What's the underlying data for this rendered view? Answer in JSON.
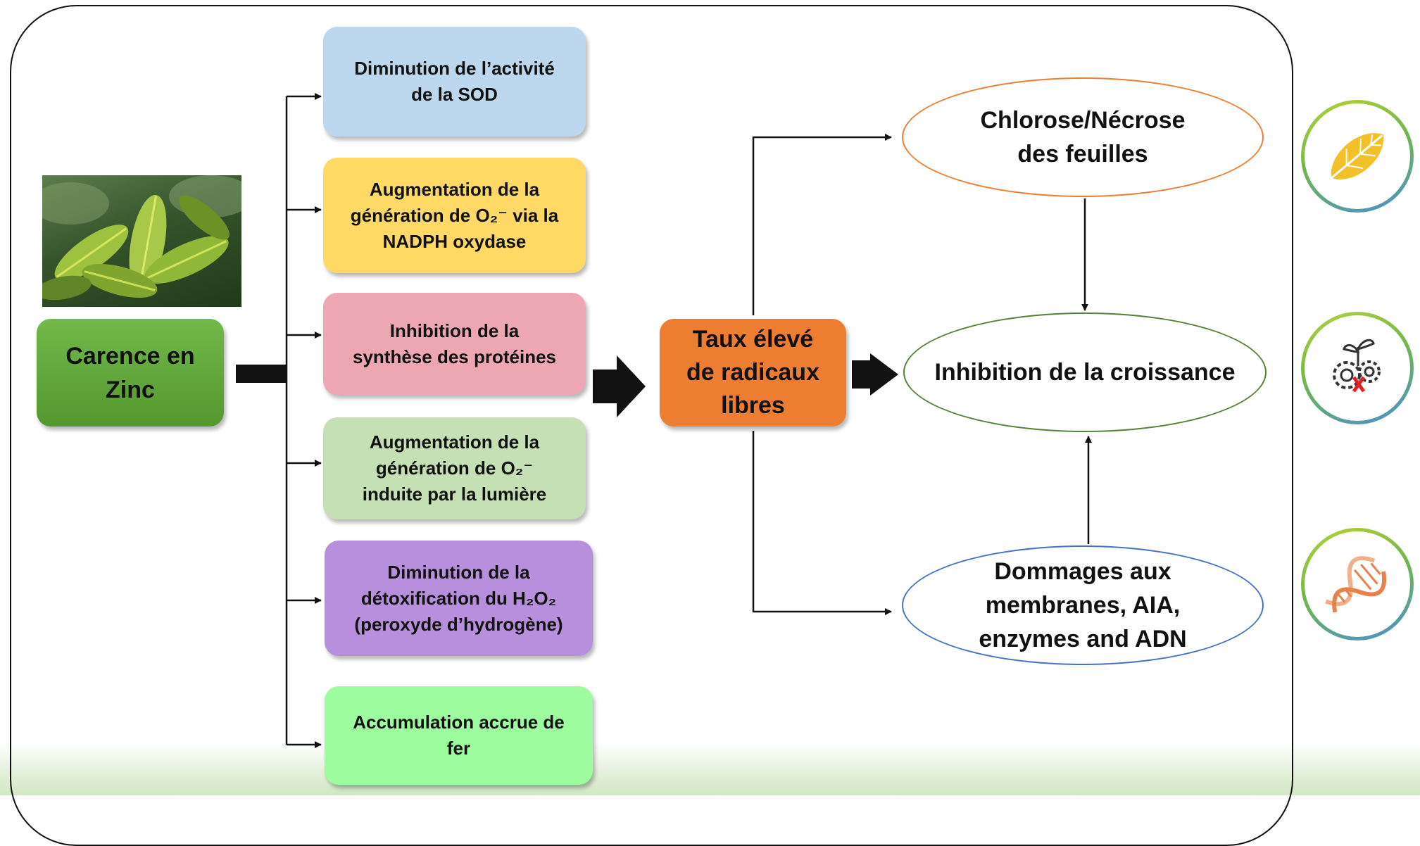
{
  "cause": {
    "label": "Carence en\nZinc"
  },
  "effects": [
    {
      "label": "Diminution de l’activité\nde la SOD",
      "color": "#bdd7ee"
    },
    {
      "label": "Augmentation de la\ngénération de O₂⁻ via la\nNADPH oxydase",
      "color": "#ffd966"
    },
    {
      "label": "Inhibition de la\nsynthèse des protéines",
      "color": "#eda7b3"
    },
    {
      "label": "Augmentation de la\ngénération de O₂⁻\ninduite par la lumière",
      "color": "#c5e0b4"
    },
    {
      "label": "Diminution de la\ndétoxification du H₂O₂\n(peroxyde d’hydrogène)",
      "color": "#b88fdc"
    },
    {
      "label": "Accumulation accrue de\nfer",
      "color": "#9dfc9d"
    }
  ],
  "central": {
    "label": "Taux élevé\nde radicaux\nlibres",
    "color": "#ed7d31"
  },
  "outcomes": {
    "chlorose": {
      "label": "Chlorose/Nécrose\ndes feuilles",
      "color": "#ed7d31"
    },
    "inhibition": {
      "label": "Inhibition de la croissance",
      "color": "#548235"
    },
    "dommages": {
      "label": "Dommages aux\nmembranes, AIA,\nenzymes and ADN",
      "color": "#4472c4"
    }
  },
  "icons": [
    "plant-leaf-photo",
    "leaf-icon",
    "growth-gear-icon",
    "dna-icon"
  ]
}
